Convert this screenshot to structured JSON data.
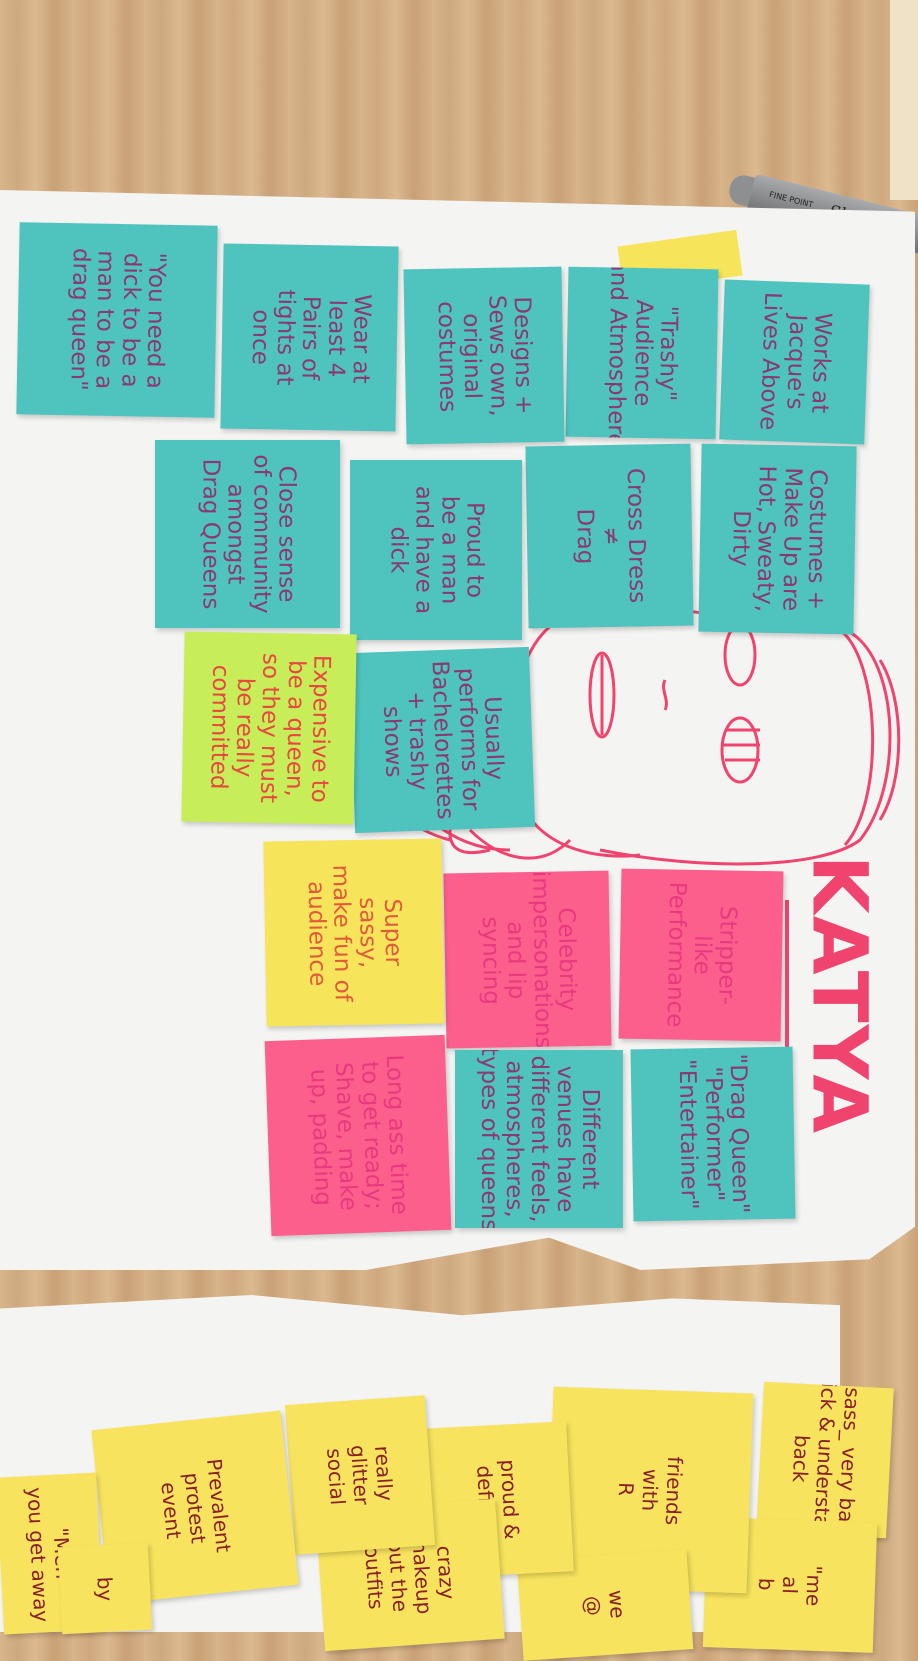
{
  "title_text": "KATYA",
  "marker": {
    "brand": "Sharpie",
    "sub": "FINE POINT"
  },
  "notes": [
    {
      "id": "works-at",
      "text": "Works at\nJacque's\nLives Above"
    },
    {
      "id": "trashy",
      "text": "\"Trashy\"\nAudience\nand Atmosphere"
    },
    {
      "id": "designs",
      "text": "Designs +\nSews own,\noriginal\ncostumes"
    },
    {
      "id": "wear-tights",
      "text": "Wear at\nleast 4\nPairs of\ntights at\nonce"
    },
    {
      "id": "dick-quote",
      "text": "\"You need a\ndick to be a\nman to be a\ndrag queen\""
    },
    {
      "id": "costumes-makeup",
      "text": "Costumes +\nMake Up are\nHot, Sweaty,\nDirty"
    },
    {
      "id": "cross-dress",
      "text": "Cross Dress\n≠\nDrag"
    },
    {
      "id": "proud",
      "text": "Proud to\nbe a man\nand have a\ndick"
    },
    {
      "id": "close-sense",
      "text": "Close sense\nof community\namongst\nDrag Queens"
    },
    {
      "id": "bachelorettes",
      "text": "Usually\nperforms for\nBachelorettes\n+ trashy\nshows"
    },
    {
      "id": "expensive",
      "text": "Expensive to\nbe a queen,\nso they must\nbe really\ncommitted"
    },
    {
      "id": "stripper",
      "text": "Stripper-\nlike\nPerformance"
    },
    {
      "id": "celebrity",
      "text": "Celebrity\nimpersonations\nand lip\nsyncing"
    },
    {
      "id": "super-sassy",
      "text": "Super\nsassy,\nmake fun of\naudience"
    },
    {
      "id": "drag-queen-terms",
      "text": "\"Drag Queen\"\n\"Performer\"\n\"Entertainer\""
    },
    {
      "id": "different-venues",
      "text": "Different\nvenues have\ndifferent feels,\natmospheres,\ntypes of queens"
    },
    {
      "id": "long-ass-time",
      "text": "Long ass time\nto get ready;\nShave, make\nup, padding"
    }
  ],
  "bottom_notes": [
    {
      "id": "b1",
      "text": "sass_ very bad\nquick & understands\nback"
    },
    {
      "id": "b2",
      "text": "friends\nwith\nR"
    },
    {
      "id": "b3",
      "text": "proud &\ndefiant"
    },
    {
      "id": "b4",
      "text": "really\nglitter\nsocial"
    },
    {
      "id": "b5",
      "text": "Prevalent\nprotest\nevent"
    },
    {
      "id": "b6",
      "text": "crazy\nmakeup\nbut the\noutfits"
    },
    {
      "id": "b7",
      "text": "\"Men\nyou get away"
    },
    {
      "id": "b8",
      "text": "\"me\nal\nb"
    },
    {
      "id": "b9",
      "text": "we\n@"
    },
    {
      "id": "b10",
      "text": "by"
    }
  ]
}
